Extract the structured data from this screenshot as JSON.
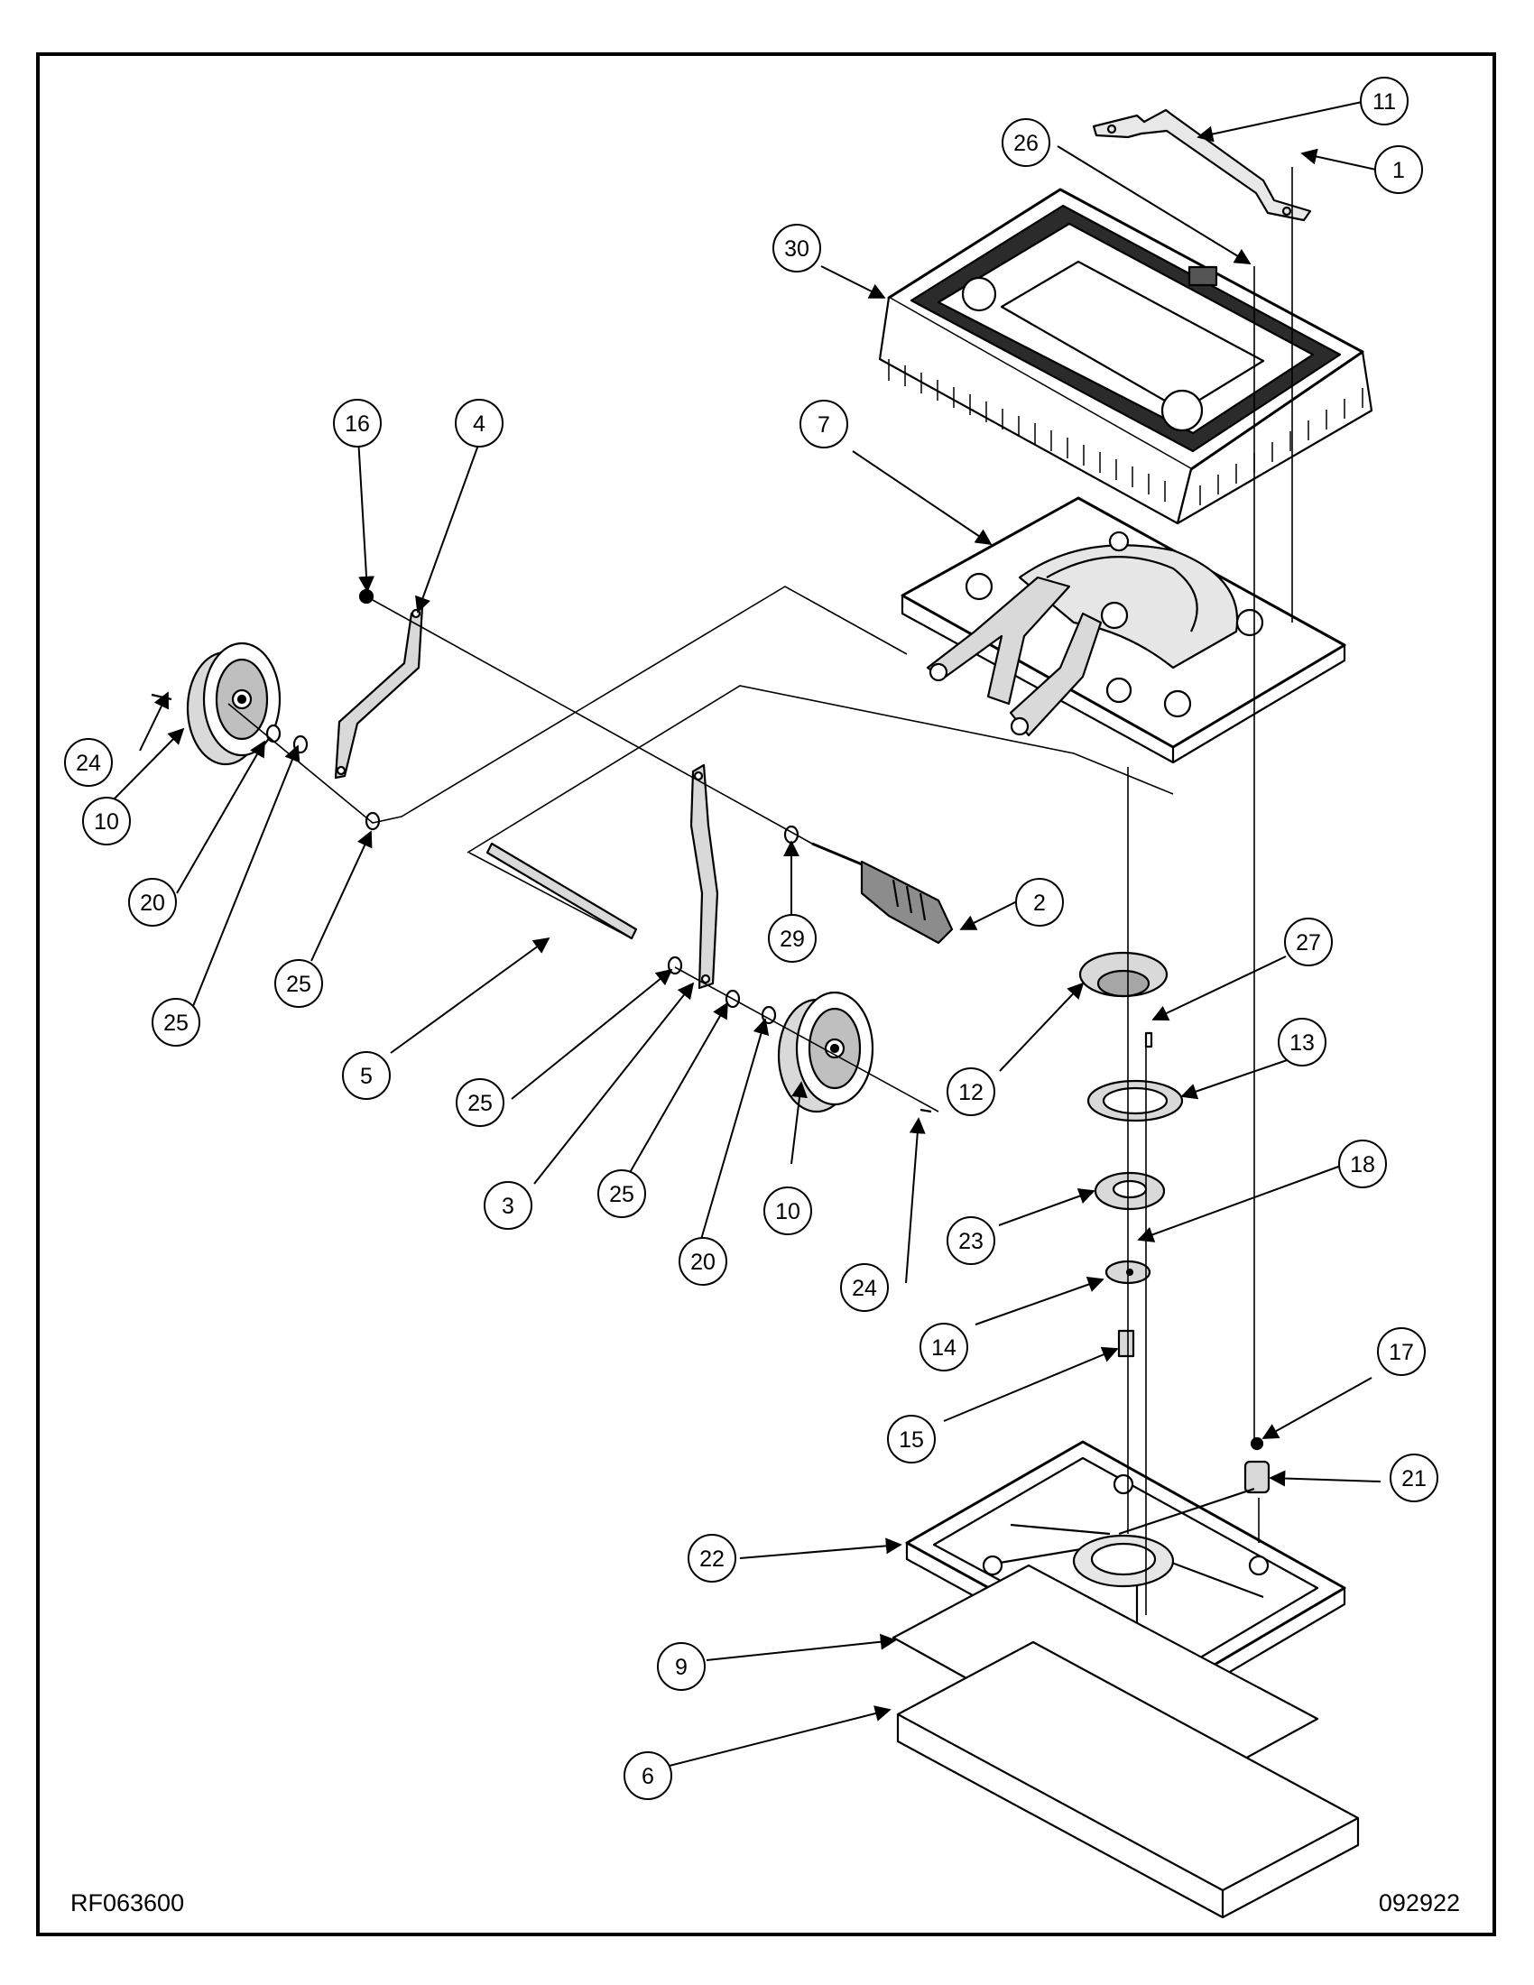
{
  "drawing": {
    "doc_number_left": "RF063600",
    "doc_number_right": "092922",
    "callouts": [
      "1",
      "2",
      "3",
      "4",
      "5",
      "6",
      "7",
      "9",
      "10",
      "10",
      "11",
      "12",
      "13",
      "14",
      "15",
      "16",
      "17",
      "18",
      "20",
      "20",
      "21",
      "22",
      "23",
      "24",
      "24",
      "25",
      "25",
      "25",
      "25",
      "26",
      "27",
      "29",
      "30"
    ]
  },
  "colors": {
    "line": "#000000",
    "part_fill": "#d9d9d9",
    "part_dark": "#a6a6a6",
    "background": "#ffffff"
  }
}
